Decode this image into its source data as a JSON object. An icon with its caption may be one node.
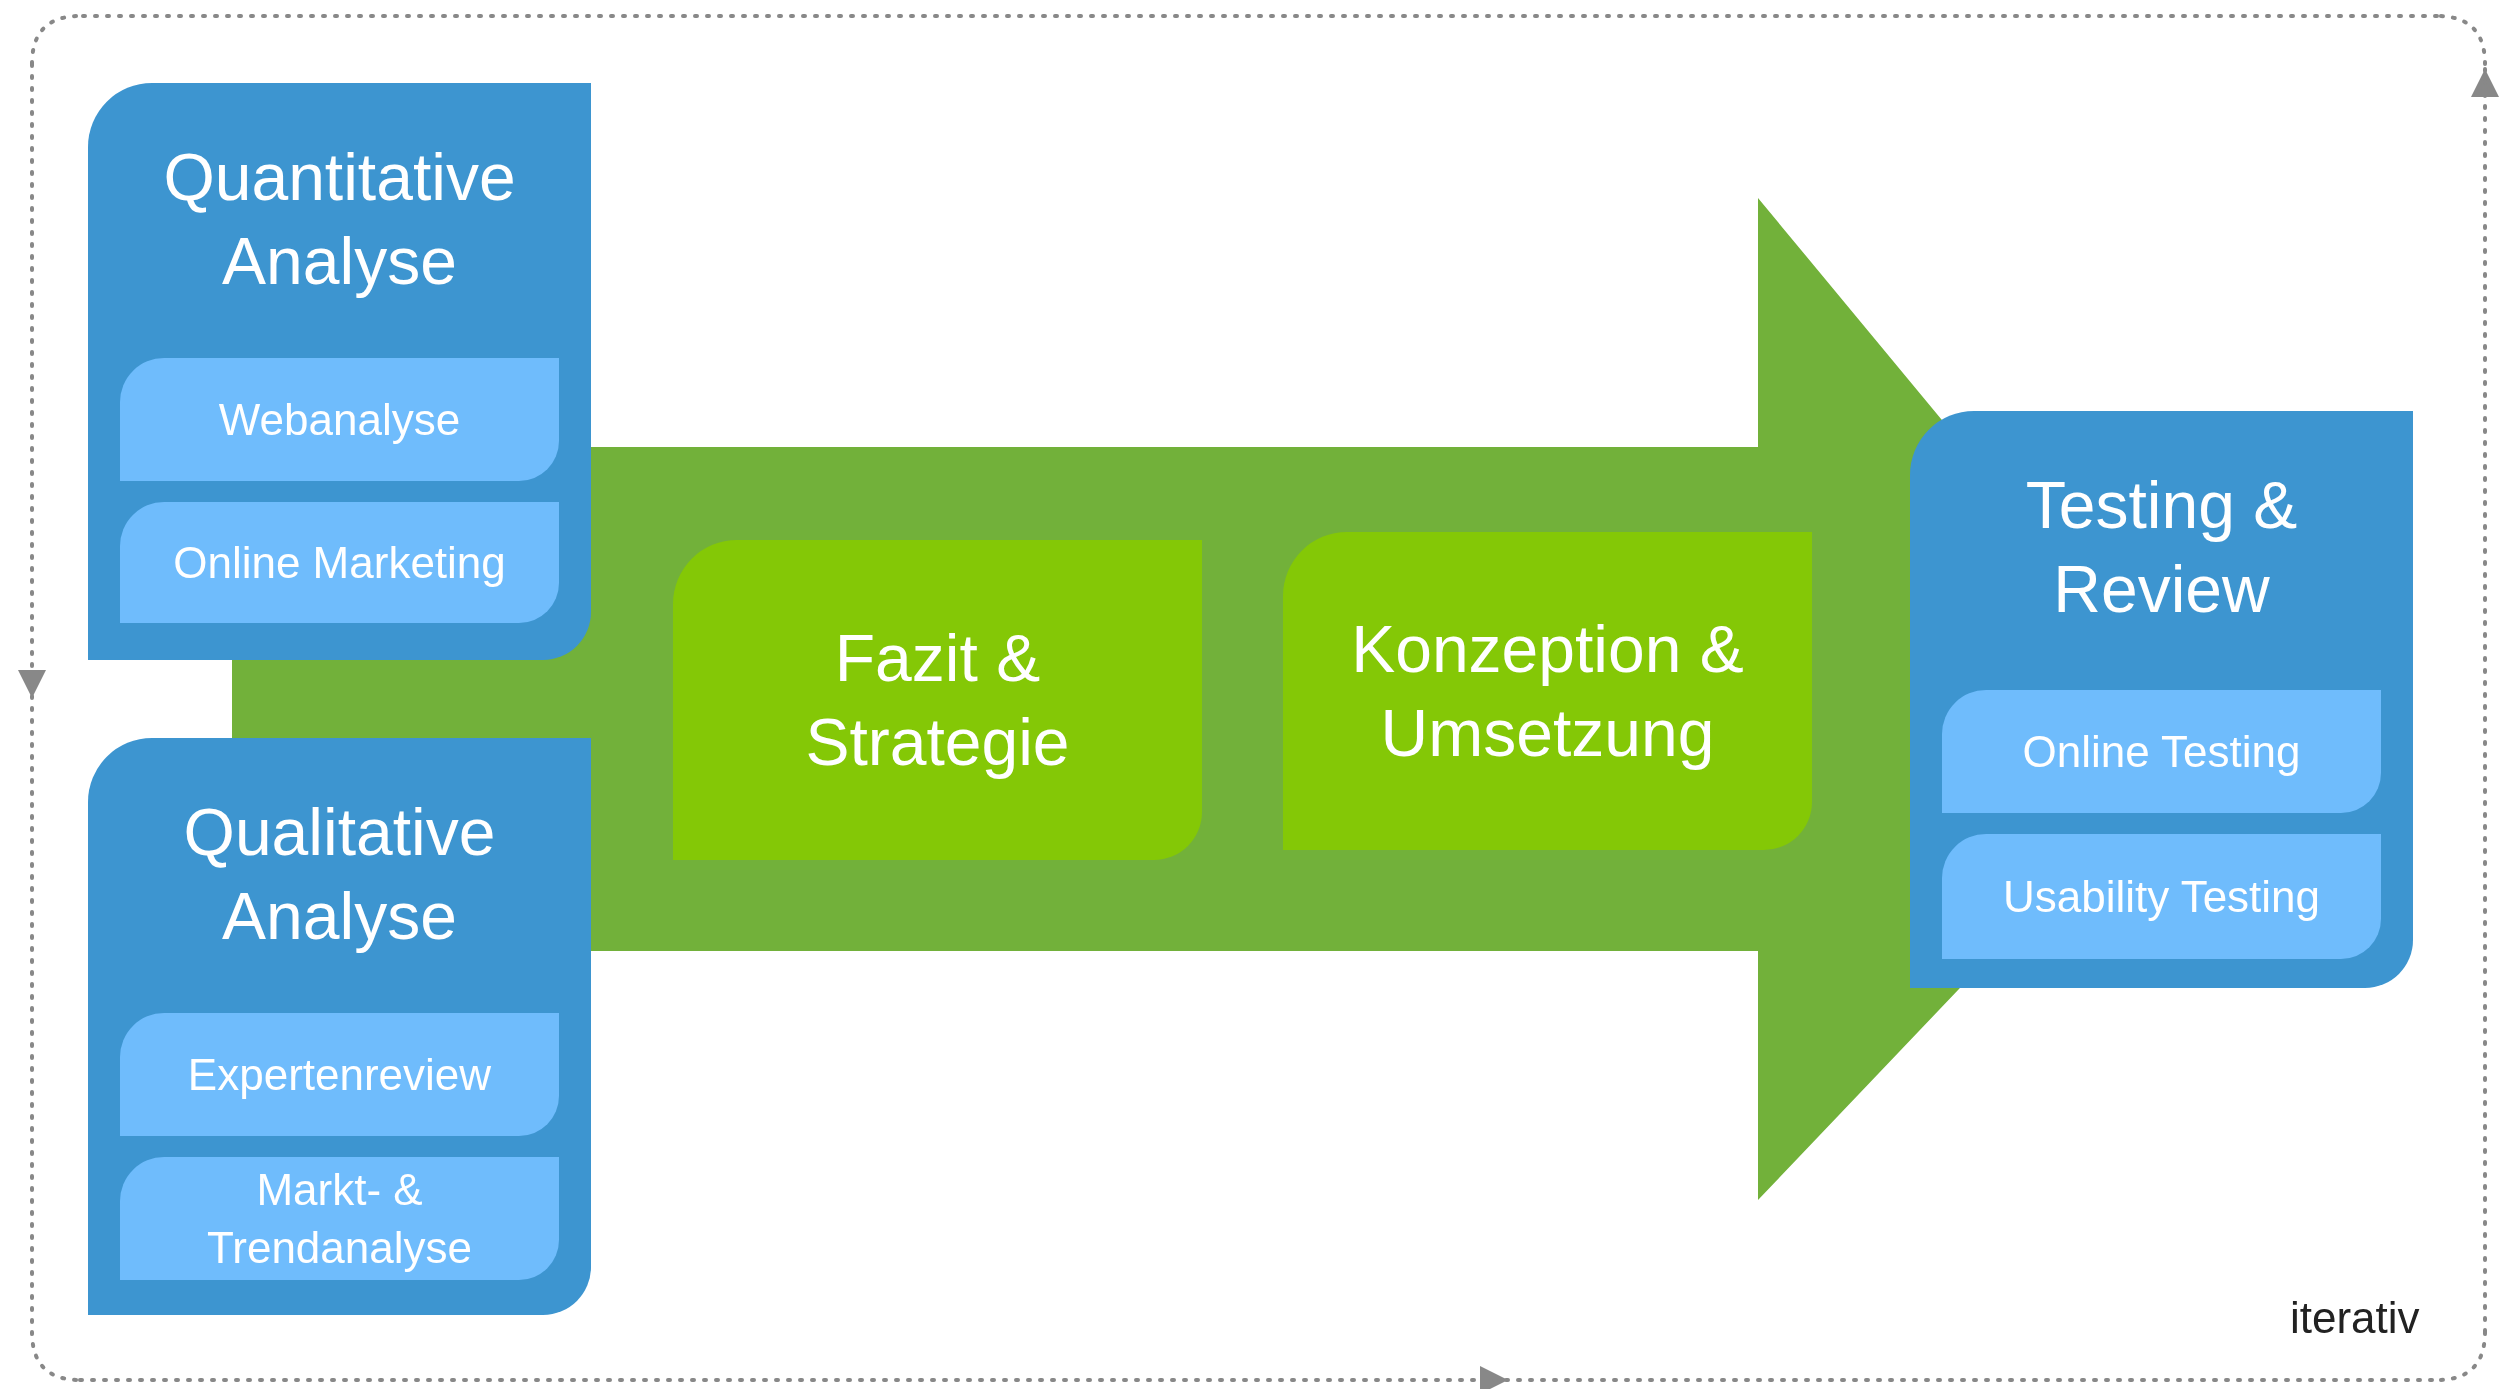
{
  "diagram": {
    "nodes": [
      {
        "text": [
          "Quantitative Analyse"
        ]
      },
      {
        "text": [
          "Webanalyse"
        ],
        "in": 0
      },
      {
        "text": [
          "Online Marketing"
        ],
        "in": 0
      },
      {
        "text": [
          "Qualitative Analyse"
        ]
      },
      {
        "text": [
          "Expertenreview"
        ],
        "in": 3
      },
      {
        "text": [
          "Markt- & Trendanalyse"
        ],
        "in": 3
      },
      {
        "text": [
          "Fazit & Strategie"
        ]
      },
      {
        "text": [
          "Konzeption & Umsetzung"
        ]
      },
      {
        "text": [
          "Testing & Review"
        ]
      },
      {
        "text": [
          "Online Testing"
        ],
        "in": 8
      },
      {
        "text": [
          "Usability Testing"
        ],
        "in": 8
      }
    ],
    "labels": [
      "iterativ"
    ]
  }
}
